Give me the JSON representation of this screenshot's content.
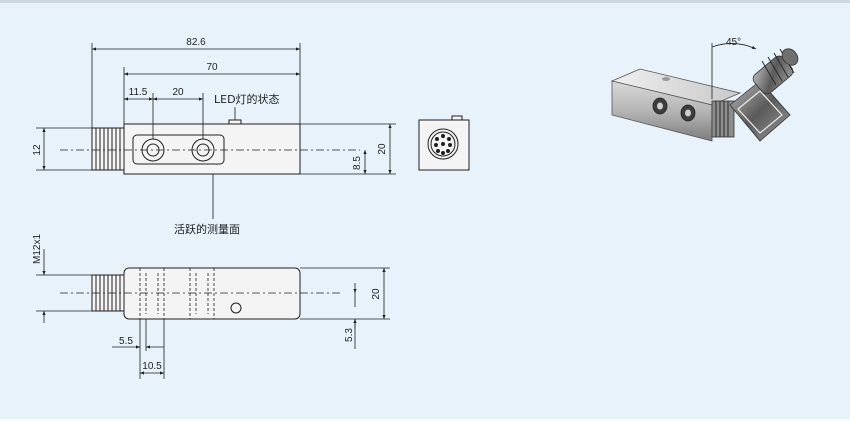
{
  "drawing": {
    "top_view": {
      "dims": {
        "overall_length": "82.6",
        "body_length": "70",
        "hole_offset": "11.5",
        "hole_spacing": "20",
        "connector_height": "12",
        "height": "20",
        "axis_height": "8.5"
      },
      "labels": {
        "led_status": "LED灯的状态",
        "active_face": "活跃的测量面"
      }
    },
    "side_view": {
      "dims": {
        "thread": "M12x1",
        "height": "20",
        "axis_offset": "5.3",
        "hole_a": "5.5",
        "hole_b": "10.5"
      }
    },
    "iso_view": {
      "angle": "45°"
    }
  },
  "colors": {
    "background": "#e7f2fa",
    "line": "#1f1f1f",
    "body_fill": "#f4f4f4"
  }
}
